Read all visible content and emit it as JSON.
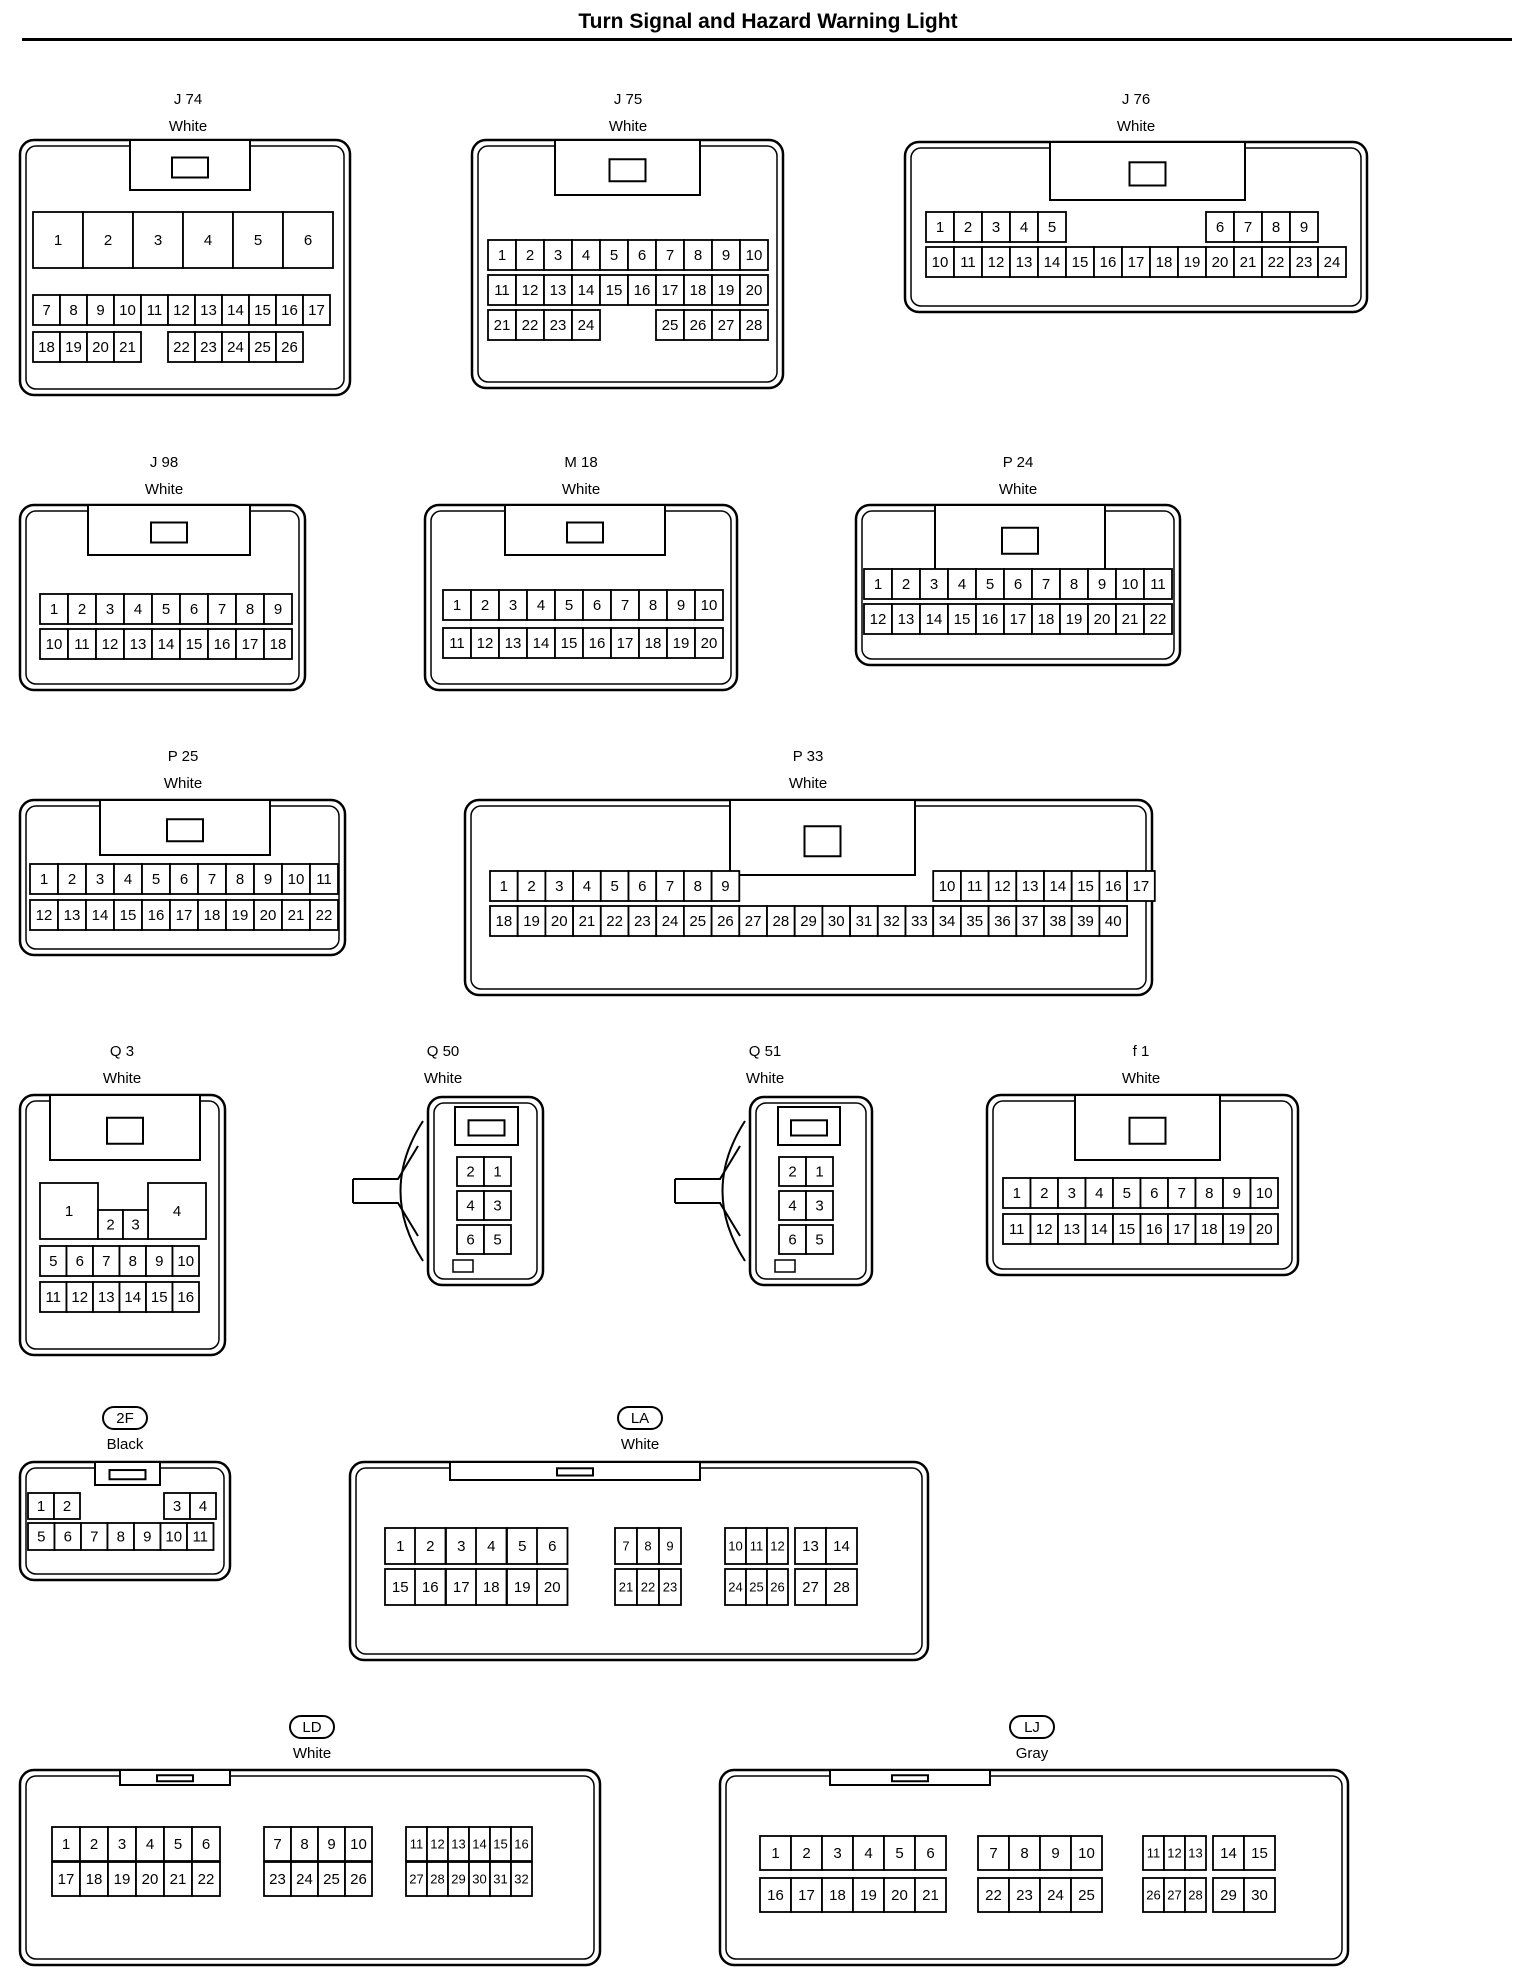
{
  "page": {
    "title": "Turn Signal and Hazard Warning Light"
  },
  "connectors": [
    {
      "id": "J 74",
      "color": "White",
      "style": "plain",
      "rows": [
        [
          "1",
          "2",
          "3",
          "4",
          "5",
          "6"
        ],
        [
          "7",
          "8",
          "9",
          "10",
          "11",
          "12",
          "13",
          "14",
          "15",
          "16",
          "17"
        ],
        [
          "18",
          "19",
          "20",
          "21",
          "",
          "22",
          "23",
          "24",
          "25",
          "26"
        ]
      ]
    },
    {
      "id": "J 75",
      "color": "White",
      "style": "plain",
      "rows": [
        [
          "1",
          "2",
          "3",
          "4",
          "5",
          "6",
          "7",
          "8",
          "9",
          "10"
        ],
        [
          "11",
          "12",
          "13",
          "14",
          "15",
          "16",
          "17",
          "18",
          "19",
          "20"
        ],
        [
          "21",
          "22",
          "23",
          "24",
          "",
          "",
          "25",
          "26",
          "27",
          "28"
        ]
      ]
    },
    {
      "id": "J 76",
      "color": "White",
      "style": "plain",
      "rows": [
        [
          "1",
          "2",
          "3",
          "4",
          "5",
          "",
          "",
          "",
          "",
          "",
          "6",
          "7",
          "8",
          "9"
        ],
        [
          "10",
          "11",
          "12",
          "13",
          "14",
          "15",
          "16",
          "17",
          "18",
          "19",
          "20",
          "21",
          "22",
          "23",
          "24"
        ]
      ]
    },
    {
      "id": "J 98",
      "color": "White",
      "style": "plain",
      "rows": [
        [
          "1",
          "2",
          "3",
          "4",
          "5",
          "6",
          "7",
          "8",
          "9"
        ],
        [
          "10",
          "11",
          "12",
          "13",
          "14",
          "15",
          "16",
          "17",
          "18"
        ]
      ]
    },
    {
      "id": "M 18",
      "color": "White",
      "style": "plain",
      "rows": [
        [
          "1",
          "2",
          "3",
          "4",
          "5",
          "6",
          "7",
          "8",
          "9",
          "10"
        ],
        [
          "11",
          "12",
          "13",
          "14",
          "15",
          "16",
          "17",
          "18",
          "19",
          "20"
        ]
      ]
    },
    {
      "id": "P 24",
      "color": "White",
      "style": "plain",
      "rows": [
        [
          "1",
          "2",
          "3",
          "4",
          "5",
          "6",
          "7",
          "8",
          "9",
          "10",
          "11"
        ],
        [
          "12",
          "13",
          "14",
          "15",
          "16",
          "17",
          "18",
          "19",
          "20",
          "21",
          "22"
        ]
      ]
    },
    {
      "id": "P 25",
      "color": "White",
      "style": "plain",
      "rows": [
        [
          "1",
          "2",
          "3",
          "4",
          "5",
          "6",
          "7",
          "8",
          "9",
          "10",
          "11"
        ],
        [
          "12",
          "13",
          "14",
          "15",
          "16",
          "17",
          "18",
          "19",
          "20",
          "21",
          "22"
        ]
      ]
    },
    {
      "id": "P 33",
      "color": "White",
      "style": "plain",
      "rows": [
        [
          "1",
          "2",
          "3",
          "4",
          "5",
          "6",
          "7",
          "8",
          "9",
          "",
          "",
          "",
          "",
          "",
          "",
          "",
          "10",
          "11",
          "12",
          "13",
          "14",
          "15",
          "16",
          "17"
        ],
        [
          "18",
          "19",
          "20",
          "21",
          "22",
          "23",
          "24",
          "25",
          "26",
          "27",
          "28",
          "29",
          "30",
          "31",
          "32",
          "33",
          "34",
          "35",
          "36",
          "37",
          "38",
          "39",
          "40"
        ]
      ]
    },
    {
      "id": "Q 3",
      "color": "White",
      "style": "plain",
      "rows": [
        [
          "1",
          "",
          "",
          "4"
        ],
        [
          "2",
          "3"
        ],
        [
          "5",
          "6",
          "7",
          "8",
          "9",
          "10"
        ],
        [
          "11",
          "12",
          "13",
          "14",
          "15",
          "16"
        ]
      ]
    },
    {
      "id": "Q 50",
      "color": "White",
      "style": "plain",
      "rows": [
        [
          "2",
          "1"
        ],
        [
          "4",
          "3"
        ],
        [
          "6",
          "5"
        ]
      ]
    },
    {
      "id": "Q 51",
      "color": "White",
      "style": "plain",
      "rows": [
        [
          "2",
          "1"
        ],
        [
          "4",
          "3"
        ],
        [
          "6",
          "5"
        ]
      ]
    },
    {
      "id": "f 1",
      "color": "White",
      "style": "plain",
      "rows": [
        [
          "1",
          "2",
          "3",
          "4",
          "5",
          "6",
          "7",
          "8",
          "9",
          "10"
        ],
        [
          "11",
          "12",
          "13",
          "14",
          "15",
          "16",
          "17",
          "18",
          "19",
          "20"
        ]
      ]
    },
    {
      "id": "2F",
      "color": "Black",
      "style": "badge",
      "rows": [
        [
          "1",
          "2",
          "",
          "",
          "3",
          "4"
        ],
        [
          "5",
          "6",
          "7",
          "8",
          "9",
          "10",
          "11"
        ]
      ]
    },
    {
      "id": "LA",
      "color": "White",
      "style": "badge",
      "rows": [
        [
          "1",
          "2",
          "3",
          "4",
          "5",
          "6",
          "7",
          "8",
          "9",
          "10",
          "11",
          "12",
          "13",
          "14"
        ],
        [
          "15",
          "16",
          "17",
          "18",
          "19",
          "20",
          "21",
          "22",
          "23",
          "24",
          "25",
          "26",
          "27",
          "28"
        ]
      ]
    },
    {
      "id": "LD",
      "color": "White",
      "style": "badge",
      "rows": [
        [
          "1",
          "2",
          "3",
          "4",
          "5",
          "6",
          "7",
          "8",
          "9",
          "10",
          "11",
          "12",
          "13",
          "14",
          "15",
          "16"
        ],
        [
          "17",
          "18",
          "19",
          "20",
          "21",
          "22",
          "23",
          "24",
          "25",
          "26",
          "27",
          "28",
          "29",
          "30",
          "31",
          "32"
        ]
      ]
    },
    {
      "id": "LJ",
      "color": "Gray",
      "style": "badge",
      "rows": [
        [
          "1",
          "2",
          "3",
          "4",
          "5",
          "6",
          "7",
          "8",
          "9",
          "10",
          "11",
          "12",
          "13",
          "14",
          "15"
        ],
        [
          "16",
          "17",
          "18",
          "19",
          "20",
          "21",
          "22",
          "23",
          "24",
          "25",
          "26",
          "27",
          "28",
          "29",
          "30"
        ]
      ]
    }
  ]
}
